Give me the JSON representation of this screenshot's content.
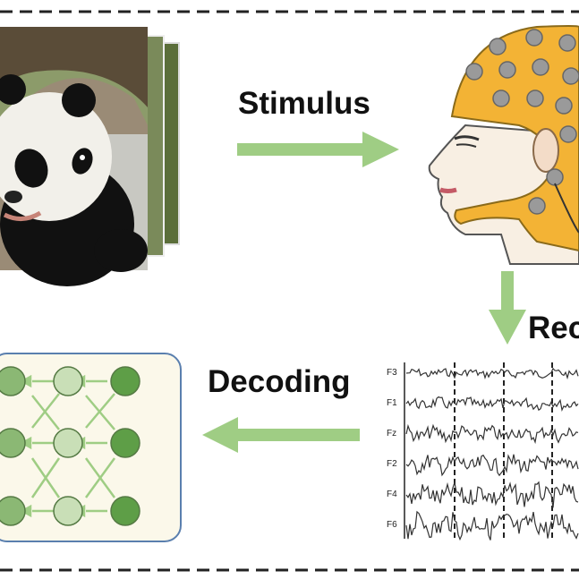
{
  "labels": {
    "stimulus": "Stimulus",
    "decoding": "Decoding",
    "recording": "Rec"
  },
  "eeg_channels": [
    "F3",
    "F1",
    "Fz",
    "F2",
    "F4",
    "F6"
  ],
  "colors": {
    "arrow_green": "#9fcd84",
    "cap_orange": "#f3b335",
    "node_dark": "#5e9e47",
    "node_light": "#c9dfb7",
    "network_box_fill": "#fbf8ea",
    "network_box_border": "#5a7fae",
    "dash_border": "#222222"
  },
  "icons": {
    "stimulus_image": "panda-photo-stack",
    "subject": "eeg-cap-head",
    "signals": "eeg-waveforms",
    "model": "neural-network-icon"
  }
}
